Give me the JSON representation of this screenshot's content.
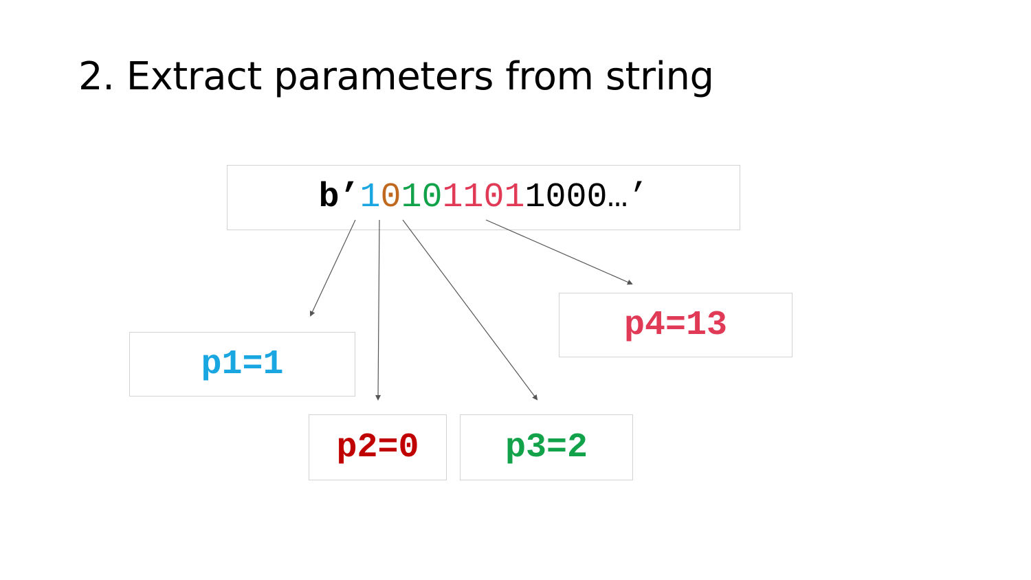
{
  "title": "2. Extract parameters from string",
  "bit_string": {
    "prefix": "b’",
    "p1_bits": "1",
    "p2_bits": "0",
    "p3_bits": "10",
    "p4_bits": "1101",
    "rest": "1000…’"
  },
  "params": {
    "p1": {
      "label": "p1=",
      "value": "1"
    },
    "p2": {
      "label": "p2=",
      "value": "0"
    },
    "p3": {
      "label": "p3=",
      "value": "2"
    },
    "p4": {
      "label": "p4=",
      "value": "13"
    }
  },
  "colors": {
    "p1": "#1aa6e0",
    "p2_bits": "#c0691e",
    "p2_box": "#c00000",
    "p3": "#12a24a",
    "p4": "#e03a56",
    "text": "#000000",
    "arrow": "#555555",
    "border": "#d2d2d2"
  }
}
